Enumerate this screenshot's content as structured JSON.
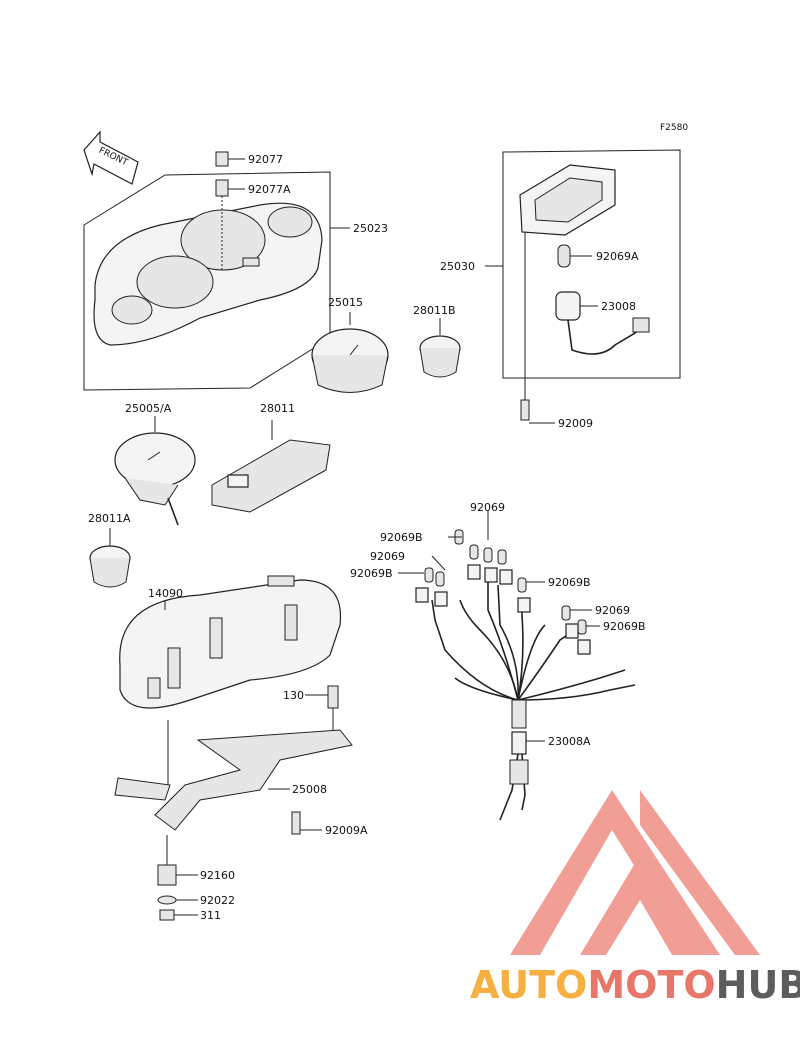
{
  "diagram_code": "F2580",
  "front_label": "FRONT",
  "parts": [
    {
      "id": "p-92077",
      "label": "92077"
    },
    {
      "id": "p-92077a",
      "label": "92077A"
    },
    {
      "id": "p-25023",
      "label": "25023"
    },
    {
      "id": "p-25015",
      "label": "25015"
    },
    {
      "id": "p-28011b",
      "label": "28011B"
    },
    {
      "id": "p-25030",
      "label": "25030"
    },
    {
      "id": "p-92069a",
      "label": "92069A"
    },
    {
      "id": "p-23008",
      "label": "23008"
    },
    {
      "id": "p-92009",
      "label": "92009"
    },
    {
      "id": "p-25005a",
      "label": "25005/A"
    },
    {
      "id": "p-28011",
      "label": "28011"
    },
    {
      "id": "p-28011a",
      "label": "28011A"
    },
    {
      "id": "p-92069-top",
      "label": "92069"
    },
    {
      "id": "p-92069b-1",
      "label": "92069B"
    },
    {
      "id": "p-92069-mid",
      "label": "92069"
    },
    {
      "id": "p-92069b-2",
      "label": "92069B"
    },
    {
      "id": "p-92069b-3",
      "label": "92069B"
    },
    {
      "id": "p-92069-right",
      "label": "92069"
    },
    {
      "id": "p-92069b-4",
      "label": "92069B"
    },
    {
      "id": "p-14090",
      "label": "14090"
    },
    {
      "id": "p-130",
      "label": "130"
    },
    {
      "id": "p-23008a",
      "label": "23008A"
    },
    {
      "id": "p-25008",
      "label": "25008"
    },
    {
      "id": "p-92009a",
      "label": "92009A"
    },
    {
      "id": "p-92160",
      "label": "92160"
    },
    {
      "id": "p-92022",
      "label": "92022"
    },
    {
      "id": "p-311",
      "label": "311"
    }
  ],
  "watermark": {
    "part1": "AUTO",
    "part2": "MOTO",
    "part3": "HUB",
    "colors": {
      "auto": "#f5b041",
      "moto": "#e8776b",
      "hub": "#5d5d5d",
      "logo": "#ef8e86"
    }
  }
}
